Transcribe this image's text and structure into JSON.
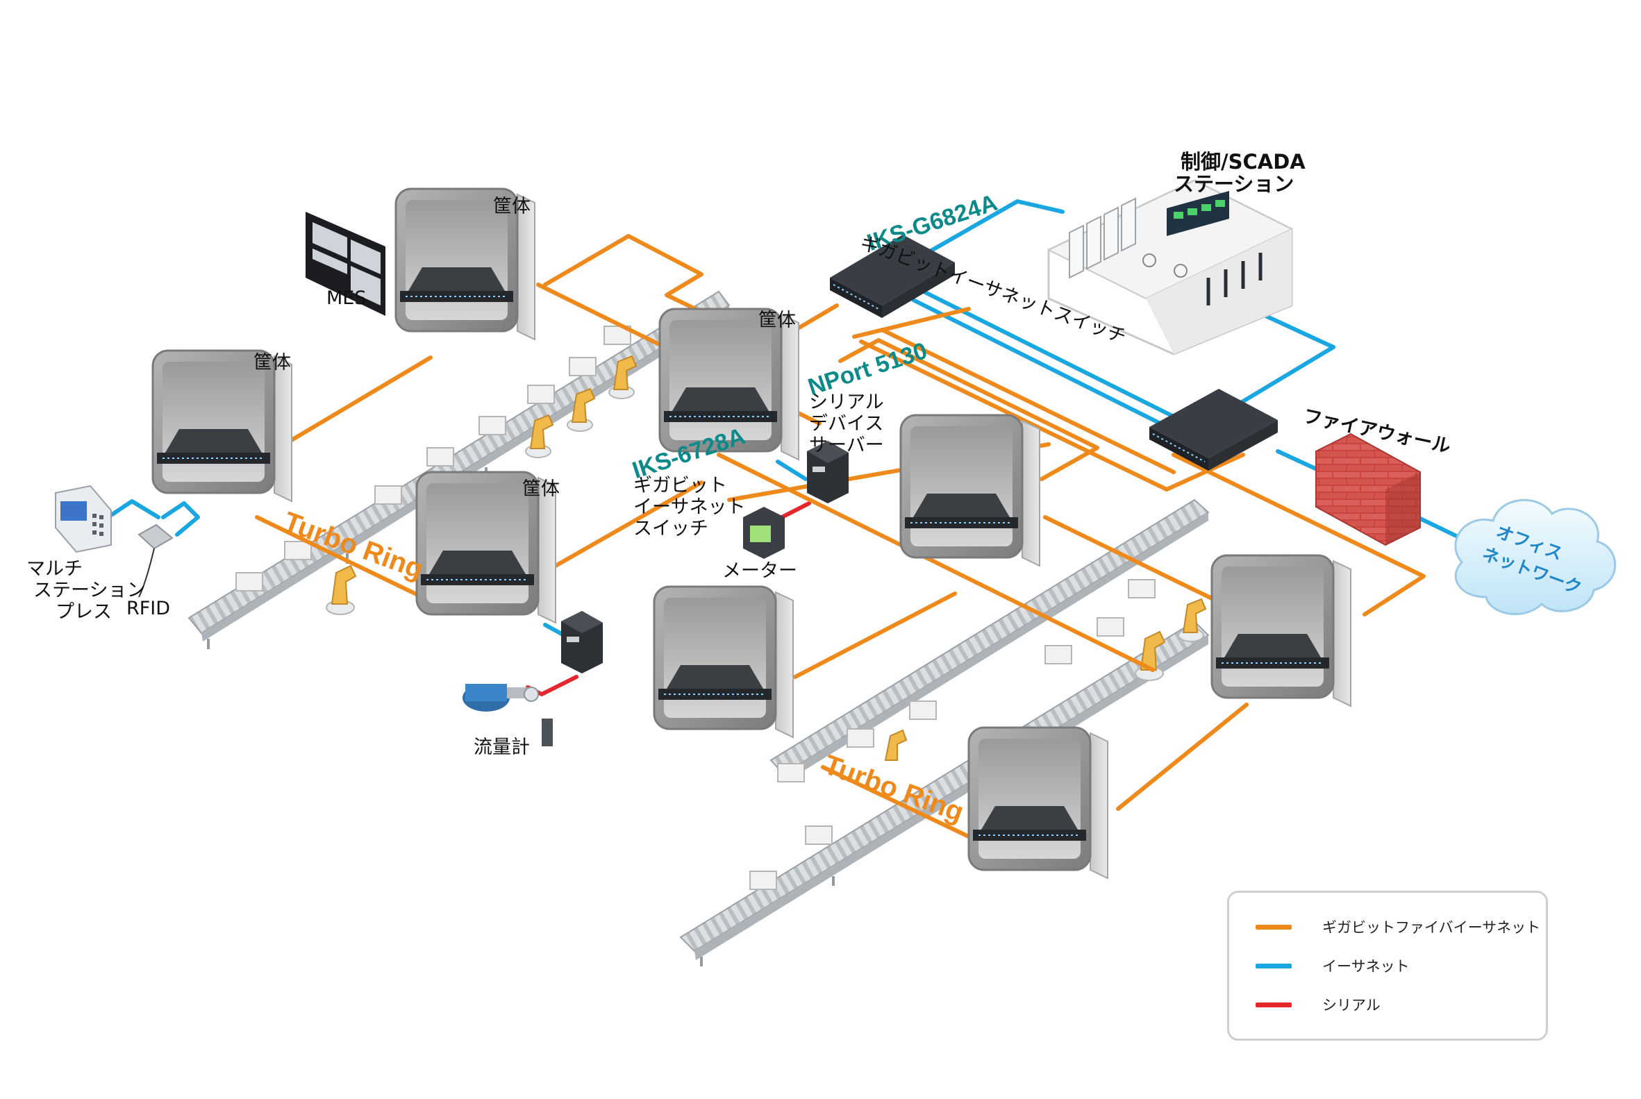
{
  "colors": {
    "gigabit_fiber": "#ee8a1c",
    "ethernet": "#1aa6e0",
    "serial": "#e5262b",
    "model_label": "#0c8a8a",
    "enclosure": "#8e8e8e",
    "switch": "#2a2d31"
  },
  "labels": {
    "mes": "MES",
    "enclosure": "筐体",
    "control_station_line1": "制御/SCADA",
    "control_station_line2": "ステーション",
    "iks_g6824a_model": "IKS-G6824A",
    "iks_g6824a_desc": "ギガビットイーサネットスイッチ",
    "nport_model": "NPort 5130",
    "nport_desc_1": "シリアル",
    "nport_desc_2": "デバイス",
    "nport_desc_3": "サーバー",
    "iks_6728a_model": "IKS-6728A",
    "iks_6728a_desc_1": "ギガビット",
    "iks_6728a_desc_2": "イーサネット",
    "iks_6728a_desc_3": "スイッチ",
    "meter": "メーター",
    "multi_station_press_1": "マルチ",
    "multi_station_press_2": "ステーション",
    "multi_station_press_3": "プレス",
    "rfid": "RFID",
    "flowmeter": "流量計",
    "firewall": "ファイアウォール",
    "office_network_1": "オフィス",
    "office_network_2": "ネットワーク",
    "turbo_ring": "Turbo Ring"
  },
  "legend": [
    {
      "label": "ギガビットファイバイーサネット",
      "color": "#ee8a1c"
    },
    {
      "label": "イーサネット",
      "color": "#1aa6e0"
    },
    {
      "label": "シリアル",
      "color": "#e5262b"
    }
  ],
  "icons": [
    "enclosure-cabinet-icon",
    "industrial-switch-icon",
    "serial-device-server-icon",
    "conveyor-icon",
    "robot-arm-icon",
    "firewall-brick-icon",
    "cloud-icon",
    "meter-icon",
    "flowmeter-icon",
    "rfid-reader-icon",
    "press-station-icon",
    "scada-room-icon",
    "mes-screen-icon"
  ]
}
